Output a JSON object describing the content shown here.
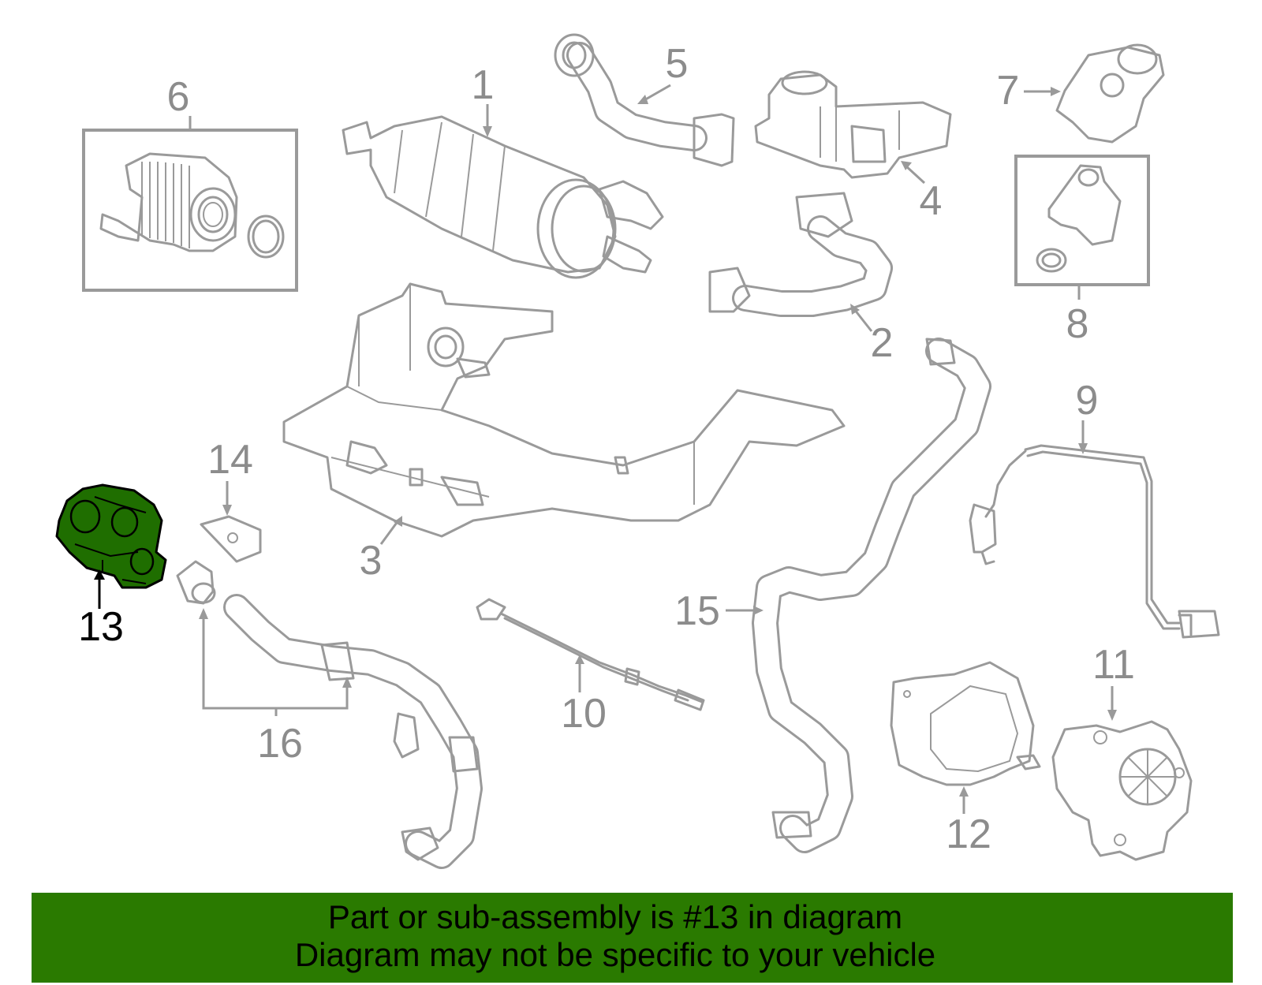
{
  "callouts": {
    "c1": "1",
    "c2": "2",
    "c3": "3",
    "c4": "4",
    "c5": "5",
    "c6": "6",
    "c7": "7",
    "c8": "8",
    "c9": "9",
    "c10": "10",
    "c11": "11",
    "c12": "12",
    "c13": "13",
    "c14": "14",
    "c15": "15",
    "c16": "16"
  },
  "highlight": {
    "part_number": "13",
    "fill_color": "#1f6e00",
    "outline_color": "#000000"
  },
  "line_color": "#9a9a9a",
  "banner": {
    "line1": "Part or sub-assembly is #13 in diagram",
    "line2": "Diagram may not be specific to your vehicle",
    "background_color": "#2a7a00"
  }
}
